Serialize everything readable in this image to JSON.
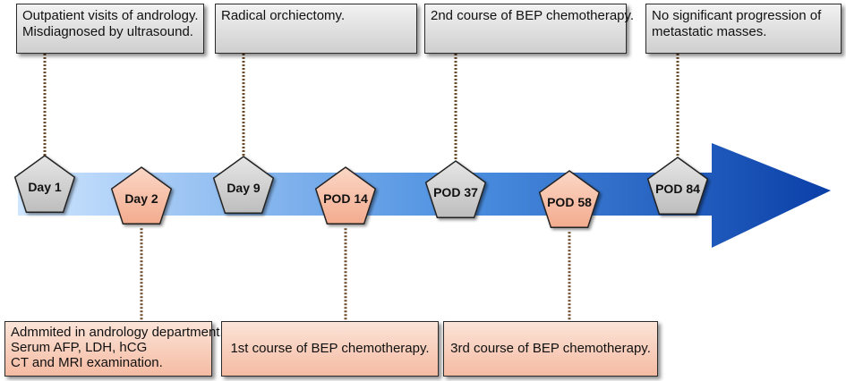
{
  "events": [
    {
      "label": "Day 1",
      "color": "gray",
      "side": "top",
      "text": [
        "Outpatient visits of andrology.",
        "Misdiagnosed by ultrasound."
      ]
    },
    {
      "label": "Day 2",
      "color": "peach",
      "side": "bottom",
      "text": [
        "Admmited in andrology department.",
        "Serum AFP, LDH, hCG",
        "CT and MRI examination."
      ]
    },
    {
      "label": "Day 9",
      "color": "gray",
      "side": "top",
      "text": [
        "Radical orchiectomy."
      ]
    },
    {
      "label": "POD 14",
      "color": "peach",
      "side": "bottom",
      "text": [
        "1st course of BEP chemotherapy."
      ]
    },
    {
      "label": "POD 37",
      "color": "gray",
      "side": "top",
      "text": [
        "2nd course of BEP chemotherapy."
      ]
    },
    {
      "label": "POD 58",
      "color": "peach",
      "side": "bottom",
      "text": [
        "3rd course of BEP chemotherapy."
      ]
    },
    {
      "label": "POD 84",
      "color": "gray",
      "side": "top",
      "text": [
        "No significant progression of",
        "metastatic masses."
      ]
    }
  ],
  "colors": {
    "gray_fill": "#c8c8c8",
    "peach_fill": "#f7bfa8",
    "arrow_start": "#cfe6ff",
    "arrow_end": "#0a3fa8",
    "connector": "#6b4a2a"
  }
}
